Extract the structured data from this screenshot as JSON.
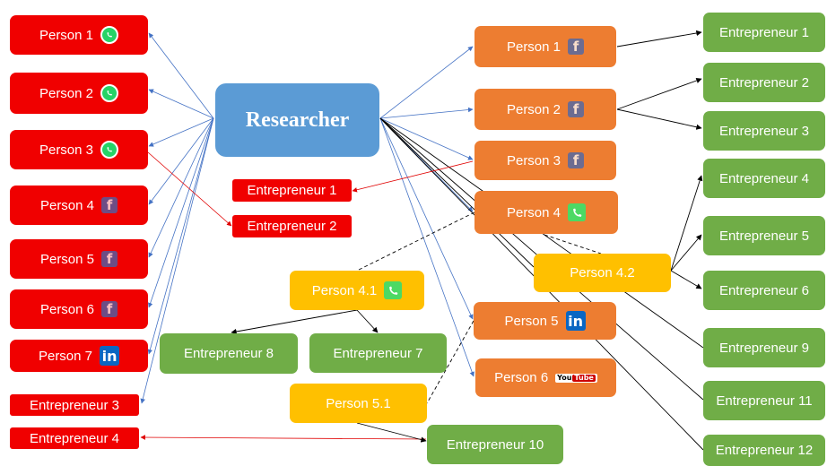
{
  "center": {
    "label": "Researcher"
  },
  "left_people": [
    {
      "label": "Person 1",
      "icon": "whatsapp-icon"
    },
    {
      "label": "Person 2",
      "icon": "whatsapp-icon"
    },
    {
      "label": "Person 3",
      "icon": "whatsapp-icon"
    },
    {
      "label": "Person 4",
      "icon": "facebook-icon"
    },
    {
      "label": "Person 5",
      "icon": "facebook-icon"
    },
    {
      "label": "Person 6",
      "icon": "facebook-icon"
    },
    {
      "label": "Person 7",
      "icon": "linkedin-icon"
    }
  ],
  "left_entrepreneurs": [
    {
      "label": "Entrepreneur 3"
    },
    {
      "label": "Entrepreneur 4"
    }
  ],
  "middle_entrepreneurs": [
    {
      "label": "Entrepreneur 1"
    },
    {
      "label": "Entrepreneur 2"
    }
  ],
  "right_people": [
    {
      "label": "Person 1",
      "icon": "facebook-icon"
    },
    {
      "label": "Person 2",
      "icon": "facebook-icon"
    },
    {
      "label": "Person 3",
      "icon": "facebook-icon"
    },
    {
      "label": "Person 4",
      "icon": "phone-icon"
    },
    {
      "label": "Person 5",
      "icon": "linkedin-icon"
    },
    {
      "label": "Person 6",
      "icon": "youtube-icon"
    }
  ],
  "sub_people": [
    {
      "label": "Person 4.1",
      "icon": "phone-icon"
    },
    {
      "label": "Person 4.2"
    },
    {
      "label": "Person 5.1"
    }
  ],
  "bottom_entrepreneurs": [
    {
      "label": "Entrepreneur 8"
    },
    {
      "label": "Entrepreneur 7"
    },
    {
      "label": "Entrepreneur 10"
    }
  ],
  "right_entrepreneurs": [
    {
      "label": "Entrepreneur 1"
    },
    {
      "label": "Entrepreneur 2"
    },
    {
      "label": "Entrepreneur 3"
    },
    {
      "label": "Entrepreneur 4"
    },
    {
      "label": "Entrepreneur 5"
    },
    {
      "label": "Entrepreneur 6"
    },
    {
      "label": "Entrepreneur 9"
    },
    {
      "label": "Entrepreneur 11"
    },
    {
      "label": "Entrepreneur 12"
    }
  ],
  "icons": {
    "facebook_glyph": "f",
    "linkedin_glyph": "in",
    "youtube_you": "You",
    "youtube_tube": "Tube"
  },
  "colors": {
    "social_contact": "#f00000",
    "first_degree": "#ed7d31",
    "entrepreneur": "#70ad47",
    "second_degree": "#ffc000",
    "researcher": "#5b9bd5",
    "edge_blue": "#4472c4",
    "edge_red": "#e00000",
    "edge_black": "#000000"
  }
}
